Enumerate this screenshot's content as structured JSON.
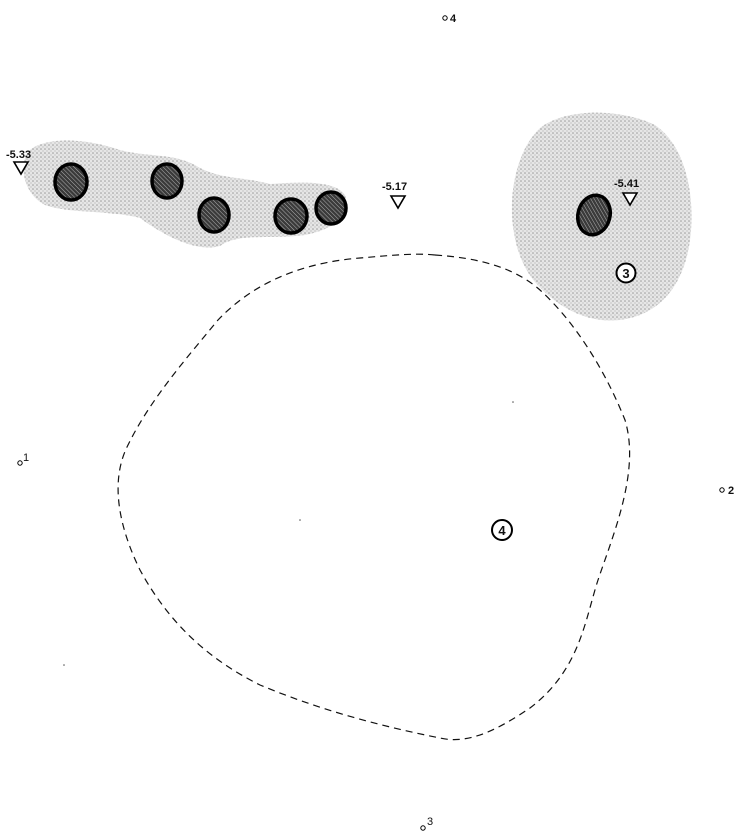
{
  "colors": {
    "ink": "#111111",
    "stipple": "#c8c8c8",
    "background": "#ffffff"
  },
  "elevation_markers": [
    {
      "label": "-5.33"
    },
    {
      "label": "-5.17"
    },
    {
      "label": "-5.41"
    }
  ],
  "circled_labels": [
    "3",
    "4"
  ],
  "corner_points": [
    "1",
    "2",
    "3",
    "4"
  ]
}
